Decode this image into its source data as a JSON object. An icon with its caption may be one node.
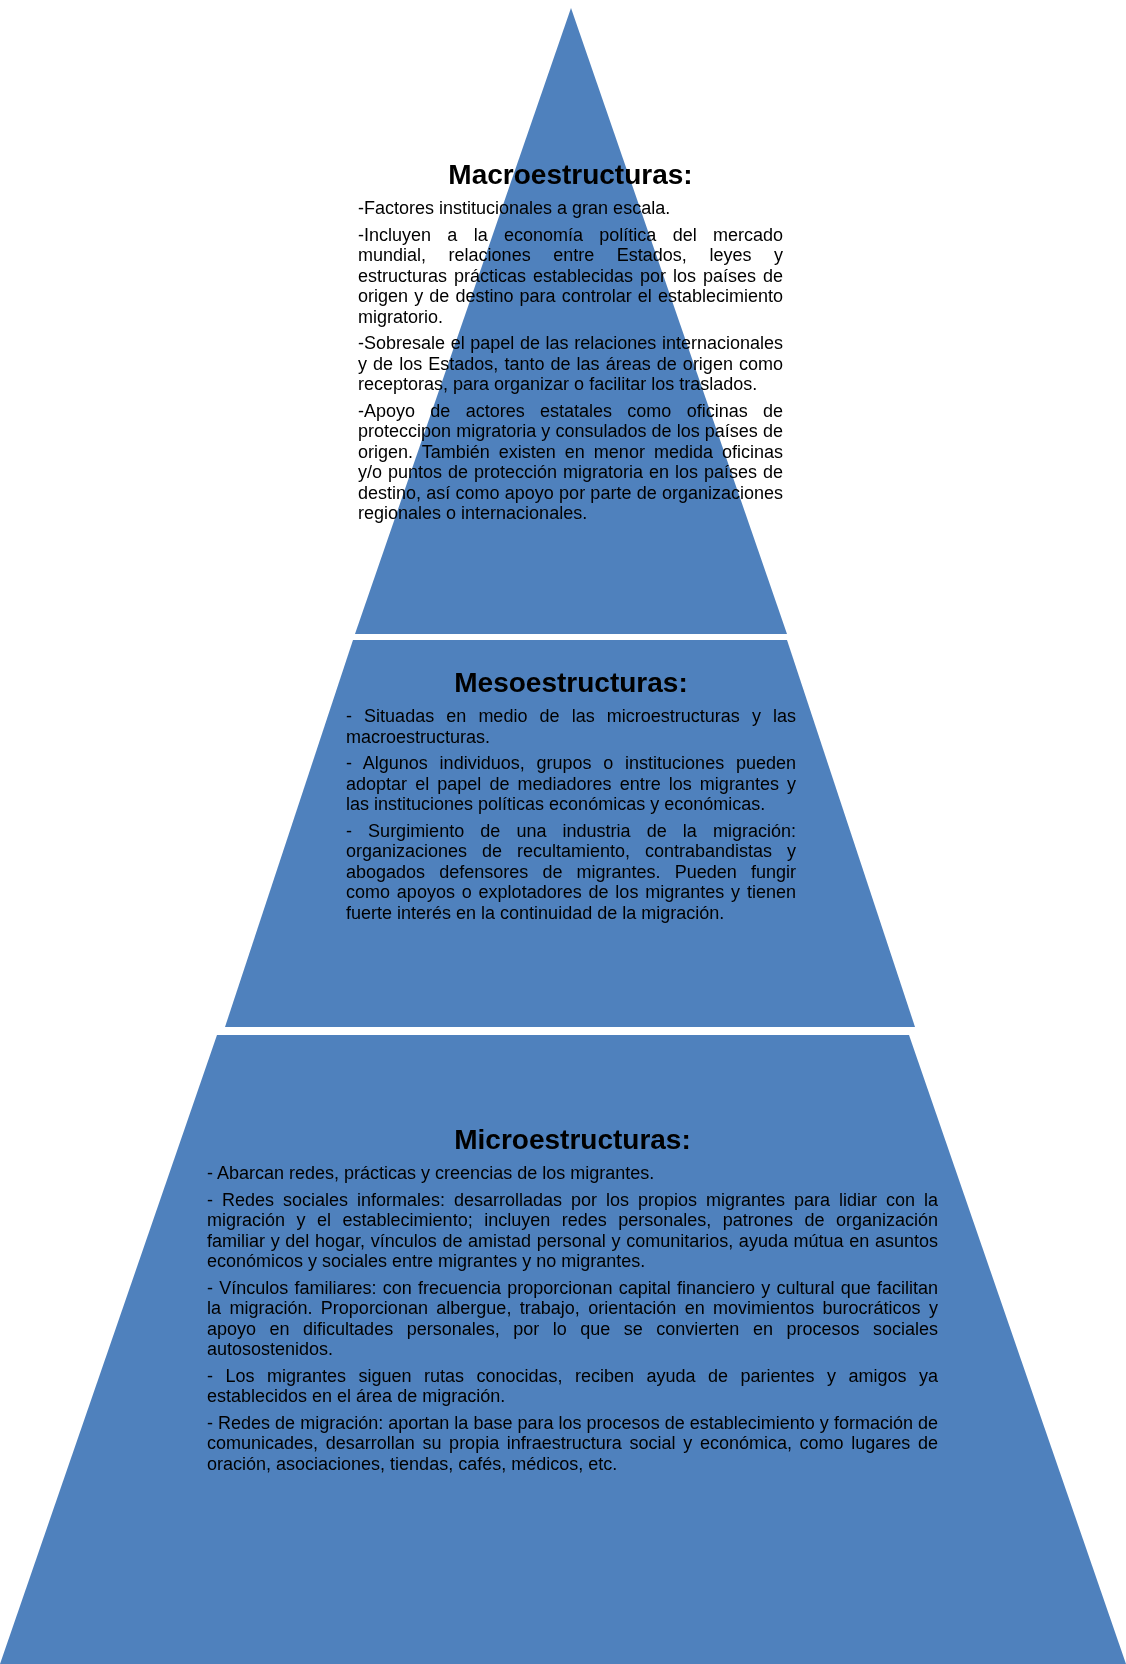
{
  "diagram": {
    "nodes": [
      {
        "text": [
          "Macroestructuras:",
          "-Factores institucionales a gran escala.",
          "-Incluyen a la economía política del mercado mundial, relaciones entre Estados, leyes y estructuras prácticas establecidas por los países de origen y de destino para controlar el establecimiento migratorio.",
          "-Sobresale el papel de las relaciones internacionales y de los Estados, tanto de las áreas de origen como receptoras, para organizar o facilitar los traslados.",
          "-Apoyo de actores estatales como oficinas de proteccipon migratoria y consulados de los países de origen. También existen en menor medida oficinas y/o puntos de protección migratoria en los países de destino, así como apoyo por parte de organizaciones regionales o internacionales."
        ]
      },
      {
        "text": [
          "Mesoestructuras:",
          "-  Situadas en medio de las microestructuras y las macroestructuras.",
          "- Algunos individuos, grupos o instituciones pueden adoptar el papel de mediadores entre los migrantes y las instituciones políticas económicas y económicas.",
          "- Surgimiento de una industria de la migración: organizaciones de recultamiento, contrabandistas y abogados defensores de migrantes. Pueden fungir como apoyos o explotadores de los migrantes y tienen fuerte interés en la continuidad de la migración."
        ]
      },
      {
        "text": [
          "Microestructuras:",
          "- Abarcan redes, prácticas y creencias de los migrantes.",
          "- Redes sociales informales: desarrolladas por los propios migrantes para lidiar con la migración y el establecimiento; incluyen redes personales, patrones de organización familiar y del hogar, vínculos de amistad personal y comunitarios, ayuda mútua en asuntos económicos y sociales entre migrantes y no migrantes.",
          "- Vínculos familiares: con frecuencia proporcionan capital financiero y cultural que facilitan la migración. Proporcionan albergue, trabajo, orientación en movimientos burocráticos y apoyo en dificultades personales, por lo que se convierten en procesos sociales autosostenidos.",
          "- Los migrantes siguen rutas conocidas, reciben ayuda de parientes y amigos ya establecidos en el área de migración.",
          "- Redes de migración: aportan la base para los procesos de establecimiento y formación de comunicades, desarrollan su propia infraestructura social y económica, como lugares de oración, asociaciones, tiendas, cafés, médicos, etc."
        ]
      }
    ]
  }
}
